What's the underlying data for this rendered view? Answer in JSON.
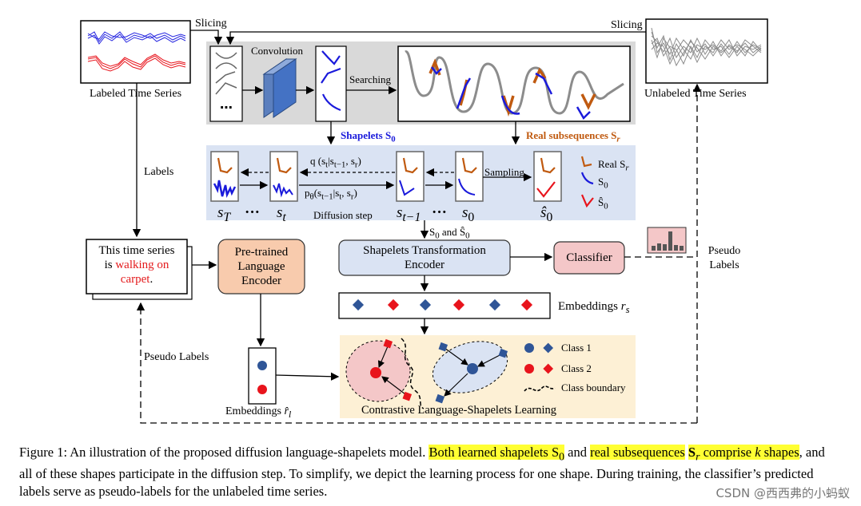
{
  "labels": {
    "slicing_left": "Slicing",
    "slicing_right": "Slicing",
    "labeled_ts": "Labeled Time Series",
    "unlabeled_ts": "Unlabeled Time Series",
    "convolution": "Convolution",
    "searching": "Searching",
    "shapelets": "Shapelets S",
    "shapelets_sub": "0",
    "real_subseq": "Real subsequences S",
    "real_subseq_sub": "r",
    "labels_arrow": "Labels",
    "q_formula": "q (s",
    "p_formula": "p",
    "diffusion_step": "Diffusion step",
    "sampling": "Sampling",
    "legend_real": "Real S",
    "legend_real_sub": "r",
    "legend_s0": "S",
    "legend_s0_sub": "0",
    "legend_shat": "Ŝ",
    "legend_shat_sub": "0",
    "st_T": "s",
    "st_T_sub": "T",
    "st_t": "s",
    "st_t_sub": "t",
    "st_tm1": "s",
    "st_tm1_sub": "t−1",
    "s0": "s",
    "s0_sub": "0",
    "shat0": "ŝ",
    "shat0_sub": "0",
    "dots": "···",
    "s0_and": "S",
    "s0_and_sub": "0",
    "s0_and_mid": " and ",
    "s0_and_hat": "Ŝ",
    "s0_and_hat_sub": "0",
    "text_box_1": "This time series",
    "text_box_2a": "is ",
    "text_box_2b": "walking on",
    "text_box_3a": "carpet",
    "text_box_3b": ".",
    "lang_encoder": "Pre-trained Language Encoder",
    "shapelets_encoder": "Shapelets Transformation Encoder",
    "classifier": "Classifier",
    "pseudo_labels_right": "Pseudo Labels",
    "embeddings_rs": "Embeddings ",
    "embeddings_rs_var": "r",
    "embeddings_rs_sub": "s",
    "pseudo_labels_left": "Pseudo Labels",
    "embeddings_rl": "Embeddings ",
    "embeddings_rl_var": "r̂",
    "embeddings_rl_sub": "l",
    "class1": "Class 1",
    "class2": "Class 2",
    "class_boundary": "Class boundary",
    "contrastive": "Contrastive Language-Shapelets Learning"
  },
  "caption": {
    "p1": "Figure 1: An illustration of the proposed diffusion language-shapelets model. ",
    "h1": "Both learned shapelets S",
    "h1_sub": "0",
    "p2": " and ",
    "h2": "real subsequences",
    "h3a": "S",
    "h3_sub": "r",
    "h3b": " comprise ",
    "h3_k": "k",
    "h3c": " shapes",
    "p3": ", and all of these shapes participate in the diffusion step. To simplify, we depict the learning process for one shape. During training, the classifier’s predicted labels serve as pseudo-labels for the unlabeled time series."
  },
  "watermark": "CSDN @西西弗的小蚂蚁",
  "colors": {
    "blue_shape": "#1a1adb",
    "orange_shape": "#c05a10",
    "red_shape": "#e8141c",
    "gray_panel": "#d9d9d9",
    "diffusion_panel": "#dae3f3",
    "contrastive_panel": "#fdf0d5",
    "encoder_fill": "#dae3f3",
    "lang_fill": "#f8cbad",
    "classifier_fill": "#f4c7c8",
    "class1_color": "#2f5597",
    "class2_color": "#e8141c"
  }
}
